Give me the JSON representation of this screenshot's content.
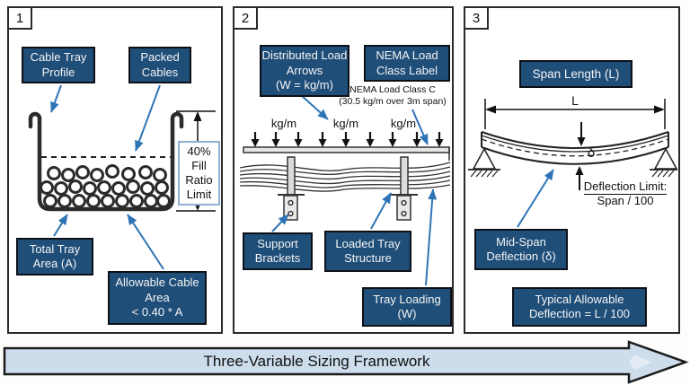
{
  "banner": {
    "text": "Three-Variable Sizing Framework"
  },
  "colors": {
    "label_bg": "#1f4e79",
    "connector_arrow": "#2e74b5",
    "banner_bg": "#cdddec",
    "line_color": "#2a2a2a"
  },
  "panel1": {
    "number": "1",
    "cable_tray_profile": {
      "line1": "Cable Tray",
      "line2": "Profile"
    },
    "packed_cables": {
      "line1": "Packed",
      "line2": "Cables"
    },
    "fill_ratio": {
      "line1": "40%",
      "line2": "Fill",
      "line3": "Ratio",
      "line4": "Limit"
    },
    "total_tray_area": {
      "line1": "Total Tray",
      "line2": "Area (A)"
    },
    "allowable_cable_area": {
      "line1": "Allowable Cable",
      "line2": "Area",
      "line3": "< 0.40 * A"
    }
  },
  "panel2": {
    "number": "2",
    "distributed_load": {
      "line1": "Distributed Load",
      "line2": "Arrows",
      "line3": "(W = kg/m)"
    },
    "nema_label": {
      "line1": "NEMA Load",
      "line2": "Class Label"
    },
    "nema_note": {
      "line1": "NEMA Load Class C",
      "line2": "(30.5 kg/m over 3m span)"
    },
    "unit1": "kg/m",
    "unit2": "kg/m",
    "unit3": "kg/m",
    "support_brackets": {
      "line1": "Support",
      "line2": "Brackets"
    },
    "loaded_tray": {
      "line1": "Loaded Tray",
      "line2": "Structure"
    },
    "tray_loading": {
      "line1": "Tray Loading",
      "line2": "(W)"
    }
  },
  "panel3": {
    "number": "3",
    "span_length": "Span Length (L)",
    "dim_label": "L",
    "delta": "δ",
    "deflection_limit": {
      "line1": "Deflection Limit:",
      "line2": "Span / 100"
    },
    "mid_span": {
      "line1": "Mid-Span",
      "line2": "Deflection (δ)"
    },
    "typical": {
      "line1": "Typical Allowable",
      "line2": "Deflection = L / 100"
    }
  }
}
